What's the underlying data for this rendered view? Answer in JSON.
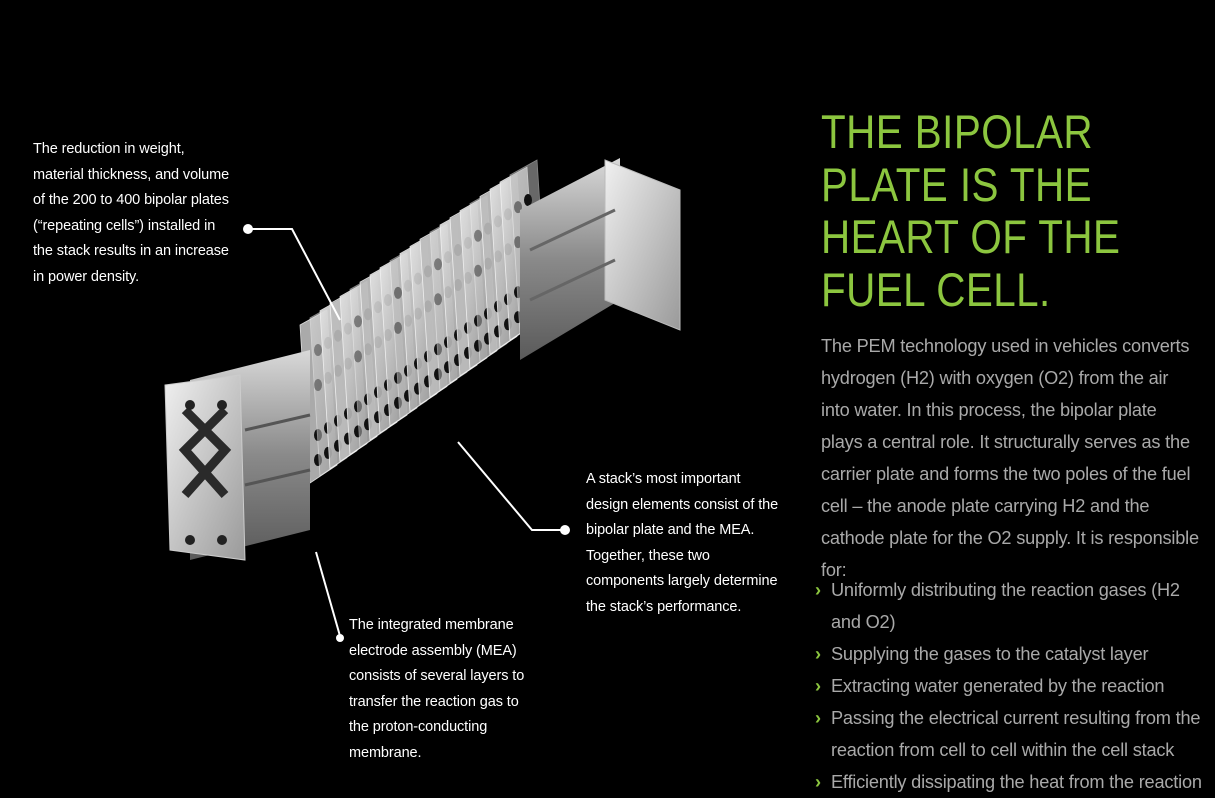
{
  "callouts": {
    "weight": "The reduction in weight, material thickness, and volume of the 200 to 400 bipolar plates (“repeating cells”) installed in the stack results in an increase in power density.",
    "stack": "A stack’s most important design elements consist of the bipolar plate and the MEA. Together, these two components largely determine the stack’s performance.",
    "mea": "The integrated membrane electrode assembly (MEA) consists of several layers to transfer the reaction gas to the proton-conducting membrane."
  },
  "headline": "THE BIPOLAR PLATE IS THE HEART OF THE FUEL CELL.",
  "intro": "The PEM technology used in vehicles converts hydrogen (H2) with oxygen (O2) from the air into water. In this process, the bipolar plate plays a central role. It structurally serves as the carrier plate and forms the two poles of the fuel cell – the anode plate carrying H2 and the cathode plate for the O2 supply. It is responsible for:",
  "bullets": [
    "Uniformly distributing the reaction gases (H2 and O2)",
    "Supplying the gases to the catalyst layer",
    "Extracting water generated by the reaction",
    "Passing the electrical current resulting from the reaction from cell to cell within the cell stack",
    "Efficiently dissipating the heat from the reaction"
  ],
  "colors": {
    "accent": "#8cc63f",
    "body_text": "#a9a9a9",
    "background": "#000000"
  }
}
